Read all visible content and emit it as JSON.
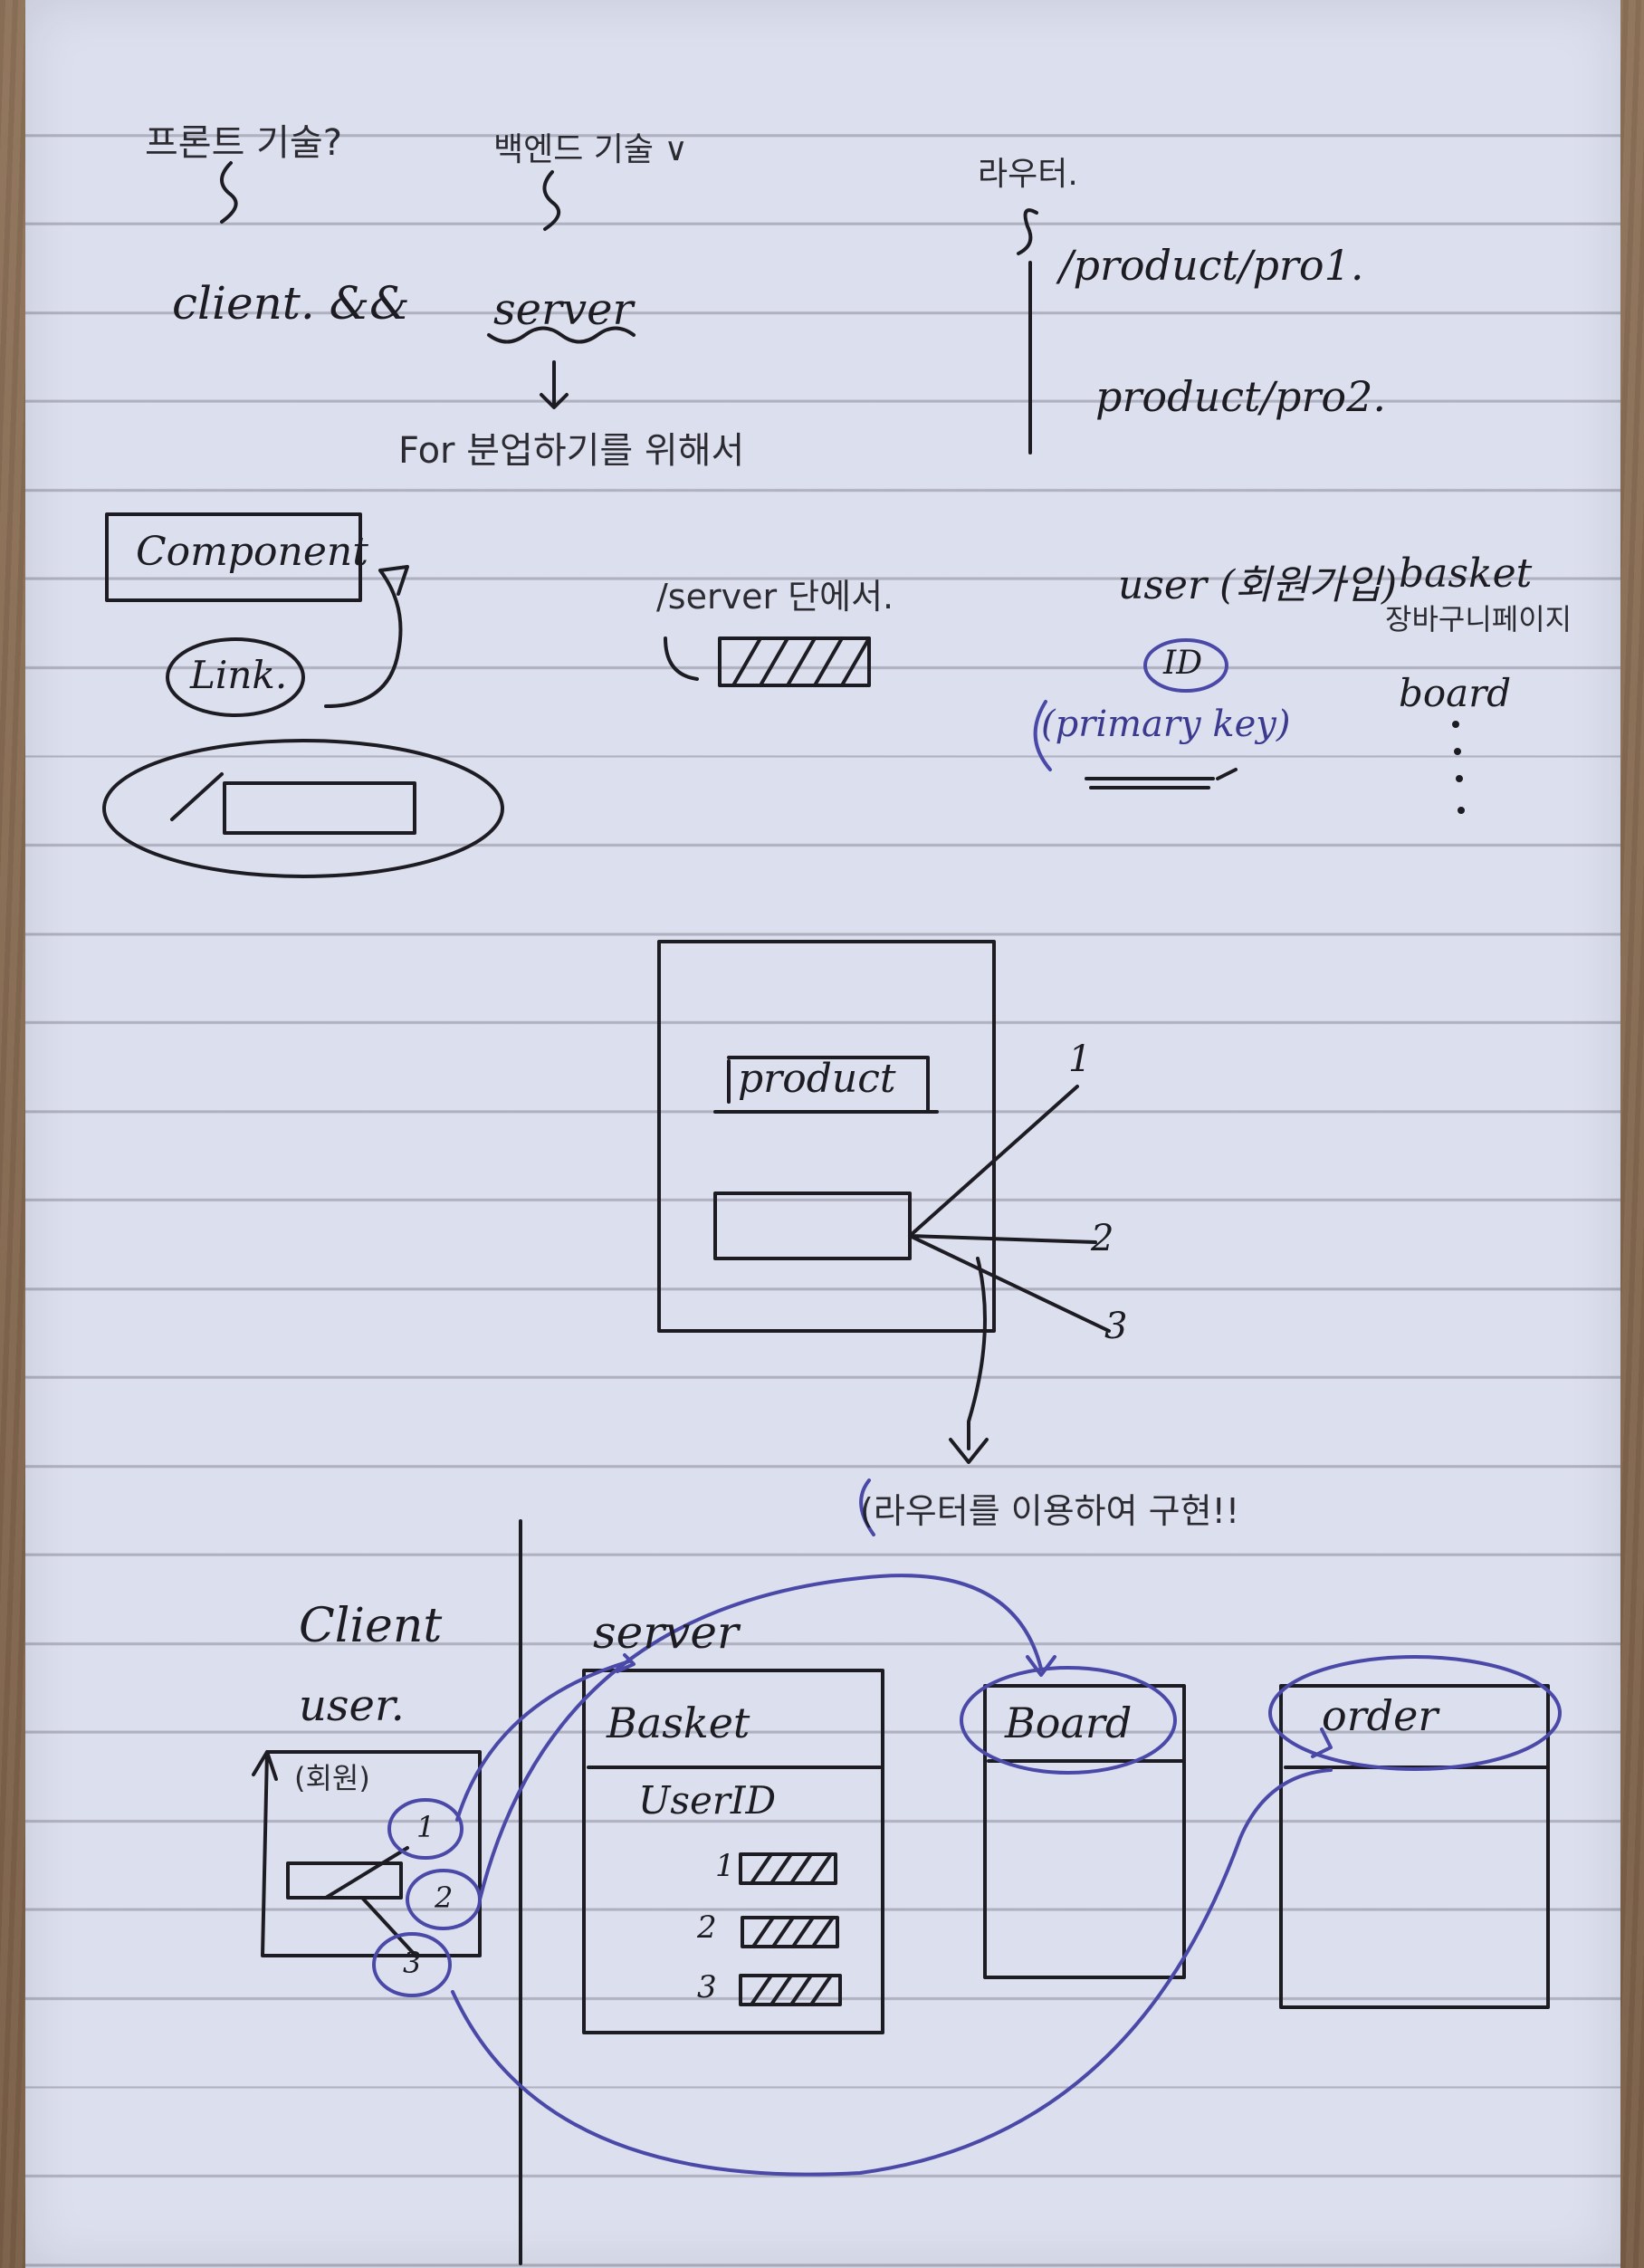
{
  "header": {
    "frontend_label": "프론트 기술?",
    "backend_label": "백엔드 기술 ∨",
    "router_label": "라우터."
  },
  "left_notes": {
    "client_and": "client. && ",
    "server_word": "server",
    "for_line": "For 분업하기를 위해서",
    "component_box": "Component",
    "link_oval": "Link."
  },
  "routes": {
    "route1": "/product/pro1.",
    "route2": "product/pro2."
  },
  "mid_notes": {
    "server_note": "/server 단에서."
  },
  "user_notes": {
    "user_label": "user (회원가입)",
    "id_label": "ID",
    "pk_label": "(primary key)",
    "basket_label": "basket",
    "basket_korean": "장바구니페이지",
    "board_label": "board"
  },
  "center_diagram": {
    "product_label": "product",
    "num1": "1",
    "num2": "2",
    "num3": "3",
    "router_impl": "(라우터를 이용하여 구현!!"
  },
  "bottom_diagram": {
    "client_label": "Client",
    "user_label": "user.",
    "user_box_label": "(회원)",
    "circle1": "1",
    "circle2": "2",
    "circle3": "3",
    "server_label": "server",
    "basket_title": "Basket",
    "userid_label": "UserID",
    "item1": "1",
    "item2": "2",
    "item3": "3",
    "board_title": "Board",
    "order_title": "order"
  },
  "colors": {
    "paper": "#dcdfee",
    "ink": "#1c1c22",
    "blue_ink": "#3b3a8f"
  }
}
